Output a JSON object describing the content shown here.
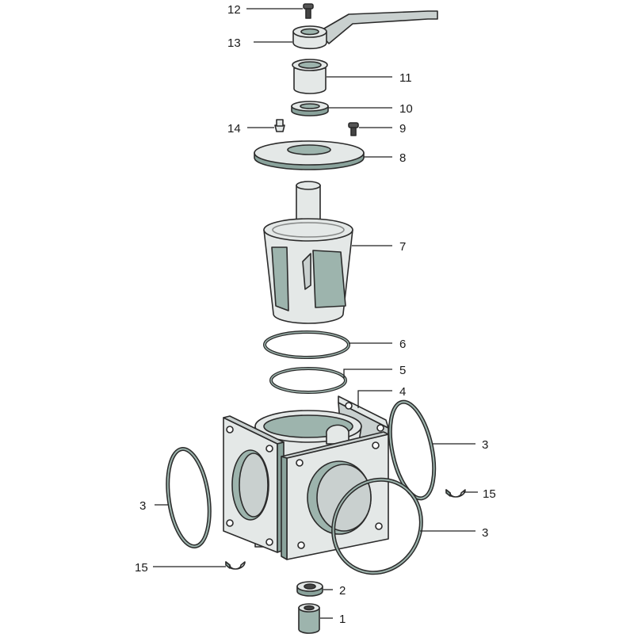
{
  "labels": {
    "l1": "1",
    "l2": "2",
    "l3a": "3",
    "l3b": "3",
    "l3c": "3",
    "l4": "4",
    "l5": "5",
    "l6": "6",
    "l7": "7",
    "l8": "8",
    "l9": "9",
    "l10": "10",
    "l11": "11",
    "l12": "12",
    "l13": "13",
    "l14": "14",
    "l15a": "15",
    "l15b": "15"
  },
  "colors": {
    "outline": "#2b2b2b",
    "part_light": "#e4e8e7",
    "part_shadow": "#8aa39c"
  }
}
